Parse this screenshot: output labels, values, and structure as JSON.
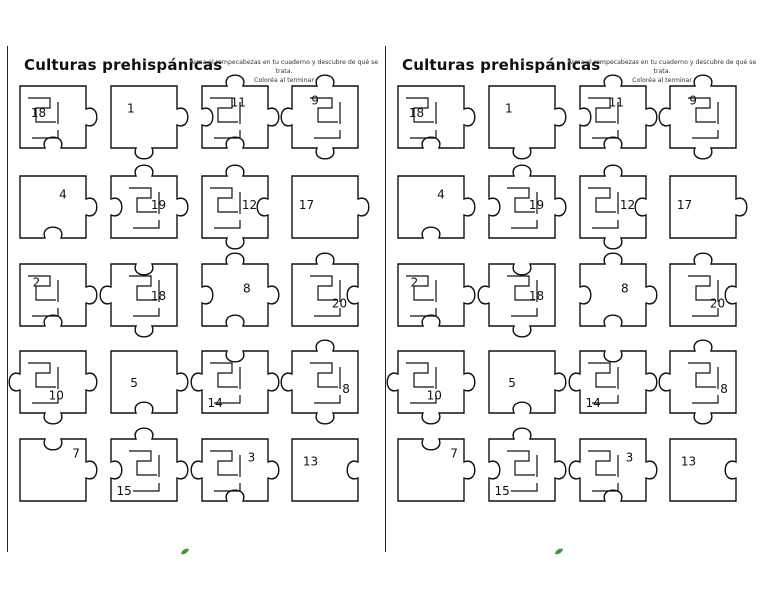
{
  "worksheets": [
    {
      "title": "Culturas prehispánicas",
      "instructions_line1": "Arma el rompecabezas en tu cuaderno y descubre de qué se trata.",
      "instructions_line2": "Coloréa al terminar",
      "pieces": [
        "18",
        "1",
        "11",
        "9",
        "4",
        "19",
        "12",
        "17",
        "2",
        "18",
        "8",
        "20",
        "10",
        "5",
        "14",
        "8",
        "7",
        "15",
        "3",
        "13"
      ]
    },
    {
      "title": "Culturas prehispánicas",
      "instructions_line1": "Arma el rompecabezas en tu cuaderno y descubre de qué se trata.",
      "instructions_line2": "Coloréa al terminar",
      "pieces": [
        "18",
        "1",
        "11",
        "9",
        "4",
        "19",
        "12",
        "17",
        "2",
        "18",
        "8",
        "20",
        "10",
        "5",
        "14",
        "8",
        "7",
        "15",
        "3",
        "13"
      ]
    }
  ]
}
